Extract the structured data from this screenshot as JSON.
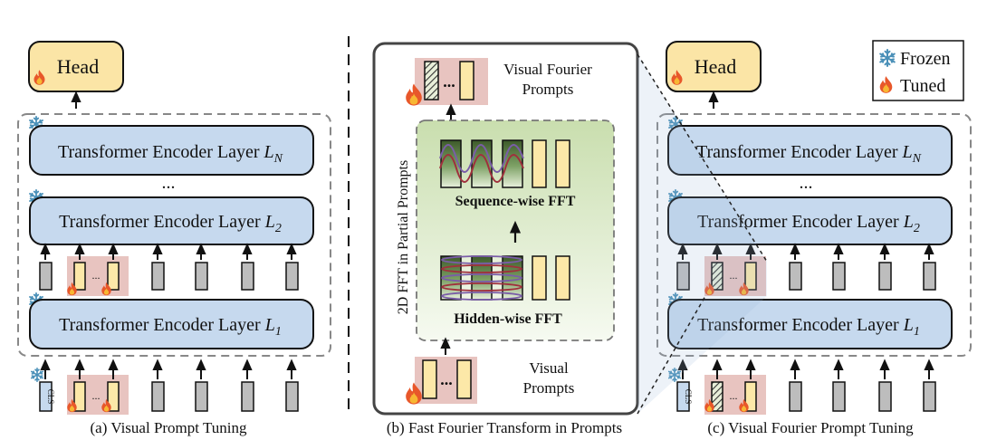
{
  "panel_a": {
    "head": "Head",
    "encoder_prefix": "Transformer Encoder Layer ",
    "layer_n_sub": "N",
    "layer_2_sub": "2",
    "layer_1_sub": "1",
    "layer_symbol": "L",
    "ellipsis": "...",
    "prompt_ellipsis": "...",
    "cls": "CLS",
    "caption": "(a) Visual Prompt Tuning"
  },
  "panel_b": {
    "vfp_line1": "Visual Fourier",
    "vfp_line2": "Prompts",
    "side_label": "2D FFT in Partial Prompts",
    "sequence_fft": "Sequence-wise FFT",
    "hidden_fft": "Hidden-wise FFT",
    "vp_line1": "Visual",
    "vp_line2": "Prompts",
    "prompt_ellipsis": "...",
    "caption": "(b)  Fast Fourier Transform in Prompts"
  },
  "panel_c": {
    "head": "Head",
    "encoder_prefix": "Transformer Encoder Layer ",
    "layer_n_sub": "N",
    "layer_2_sub": "2",
    "layer_1_sub": "1",
    "layer_symbol": "L",
    "ellipsis": "...",
    "prompt_ellipsis": "...",
    "cls": "CLS",
    "caption": "(c) Visual Fourier Prompt Tuning"
  },
  "legend": {
    "frozen": "Frozen",
    "tuned": "Tuned"
  },
  "colors": {
    "encoder_fill": "#c6d9ee",
    "head_fill": "#fbe5a6",
    "prompt_fill": "#fce8a8",
    "prompt_group_bg": "#e8c4c0",
    "token_fill": "#bdbdbd",
    "fft_box_top": "#d3e5bb",
    "fft_box_bottom": "#f3f8ee",
    "wave_red": "#a0303c",
    "wave_purple": "#7a5da8",
    "icon_frozen": "#4a90b8",
    "icon_tuned": "#e8572a"
  }
}
